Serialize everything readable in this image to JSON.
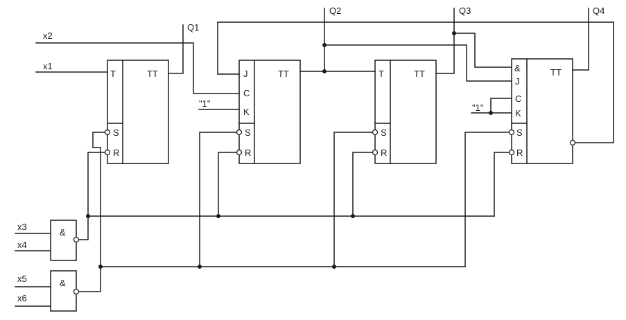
{
  "inputs": {
    "x1": "x1",
    "x2": "x2",
    "x3": "x3",
    "x4": "x4",
    "x5": "x5",
    "x6": "x6"
  },
  "outputs": {
    "q1": "Q1",
    "q2": "Q2",
    "q3": "Q3",
    "q4": "Q4"
  },
  "constant_one": "\"1\"",
  "gates": {
    "and1": "&",
    "and2": "&"
  },
  "flipflops": {
    "ff1": {
      "title": "TT",
      "pins": [
        "T",
        "S",
        "R"
      ]
    },
    "ff2": {
      "title": "TT",
      "pins": [
        "J",
        "C",
        "K",
        "S",
        "R"
      ]
    },
    "ff3": {
      "title": "TT",
      "pins": [
        "T",
        "S",
        "R"
      ]
    },
    "ff4": {
      "title": "TT",
      "pins": [
        "&",
        "J",
        "C",
        "K",
        "S",
        "R"
      ]
    }
  }
}
